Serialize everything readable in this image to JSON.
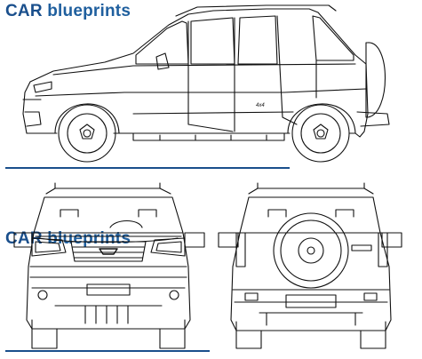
{
  "brand": {
    "car": "CAR",
    "blueprints": "blueprints"
  },
  "colors": {
    "brand_dark": "#1a4f8c",
    "brand_light": "#1f5f9e",
    "line": "#111111"
  },
  "views": [
    "side-view",
    "front-view",
    "rear-view"
  ]
}
